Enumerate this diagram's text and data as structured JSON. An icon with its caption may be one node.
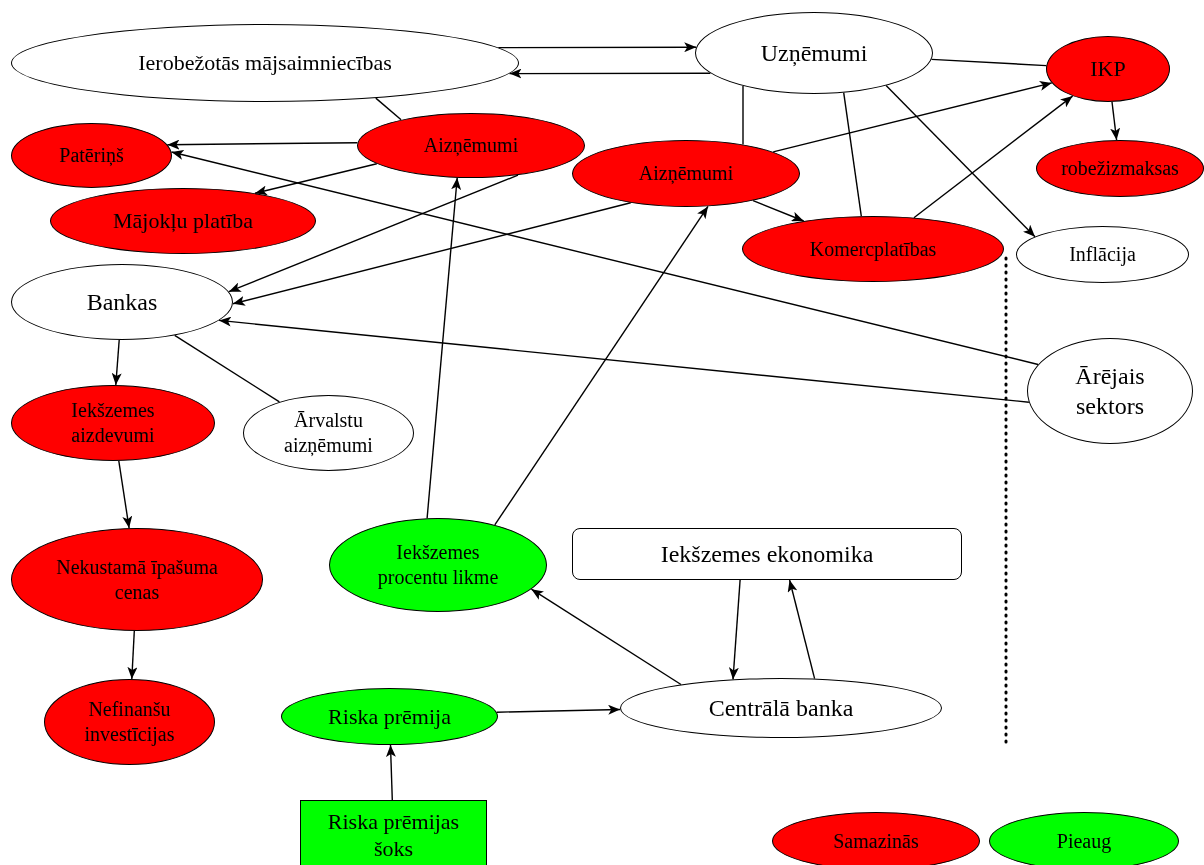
{
  "diagram": {
    "nodes": [
      {
        "text": [
          "Ierobežotās mājsaimniecības"
        ]
      },
      {
        "text": [
          "Uzņēmumi"
        ]
      },
      {
        "text": [
          "IKP"
        ]
      },
      {
        "text": [
          "Patēriņš"
        ]
      },
      {
        "text": [
          "Aizņēmumi"
        ]
      },
      {
        "text": [
          "Aizņēmumi"
        ]
      },
      {
        "text": [
          "robežizmaksas"
        ]
      },
      {
        "text": [
          "Mājokļu platība"
        ]
      },
      {
        "text": [
          "Komercplatības"
        ]
      },
      {
        "text": [
          "Inflācija"
        ]
      },
      {
        "text": [
          "Bankas"
        ]
      },
      {
        "text": [
          "Ārējais sektors"
        ]
      },
      {
        "text": [
          "Iekšzemes aizdevumi"
        ]
      },
      {
        "text": [
          "Ārvalstu aizņēmumi"
        ]
      },
      {
        "text": [
          "Nekustamā īpašuma cenas"
        ]
      },
      {
        "text": [
          "Iekšzemes procentu likme"
        ]
      },
      {
        "text": [
          "Iekšzemes ekonomika"
        ]
      },
      {
        "text": [
          "Nefinanšu investīcijas"
        ]
      },
      {
        "text": [
          "Riska prēmija"
        ]
      },
      {
        "text": [
          "Centrālā banka"
        ]
      },
      {
        "text": [
          "Riska prēmijas šoks"
        ]
      }
    ],
    "edges": [
      {
        "from": 0,
        "to": 1,
        "arrow": "to"
      },
      {
        "from": 1,
        "to": 0,
        "arrow": "to"
      },
      {
        "from": 0,
        "to": 4,
        "arrow": "none"
      },
      {
        "from": 4,
        "to": 3,
        "arrow": "to"
      },
      {
        "from": 4,
        "to": 7,
        "arrow": "to"
      },
      {
        "from": 4,
        "to": 10,
        "arrow": "to"
      },
      {
        "from": 5,
        "to": 10,
        "arrow": "to"
      },
      {
        "from": 11,
        "to": 3,
        "arrow": "to"
      },
      {
        "from": 11,
        "to": 10,
        "arrow": "to"
      },
      {
        "from": 10,
        "to": 12,
        "arrow": "to"
      },
      {
        "from": 10,
        "to": 13,
        "arrow": "none"
      },
      {
        "from": 12,
        "to": 14,
        "arrow": "to"
      },
      {
        "from": 14,
        "to": 17,
        "arrow": "to"
      },
      {
        "from": 15,
        "to": 4,
        "arrow": "to"
      },
      {
        "from": 15,
        "to": 5,
        "arrow": "to"
      },
      {
        "from": 1,
        "to": 5,
        "arrow": "none"
      },
      {
        "from": 1,
        "to": 8,
        "arrow": "none"
      },
      {
        "from": 1,
        "to": 9,
        "arrow": "to"
      },
      {
        "from": 1,
        "to": 2,
        "arrow": "none"
      },
      {
        "from": 5,
        "to": 2,
        "arrow": "to"
      },
      {
        "from": 5,
        "to": 8,
        "arrow": "to"
      },
      {
        "from": 8,
        "to": 2,
        "arrow": "to"
      },
      {
        "from": 2,
        "to": 6,
        "arrow": "to"
      },
      {
        "from": 19,
        "to": 15,
        "arrow": "to"
      },
      {
        "from": 18,
        "to": 19,
        "arrow": "to"
      },
      {
        "from": 20,
        "to": 18,
        "arrow": "to"
      },
      {
        "from": 16,
        "to": 19,
        "arrow": "to"
      },
      {
        "from": 19,
        "to": 16,
        "arrow": "to"
      }
    ],
    "legend": [
      {
        "text": "Samazinās",
        "color": "#ff0000"
      },
      {
        "text": "Pieaug",
        "color": "#00ff00"
      }
    ]
  }
}
